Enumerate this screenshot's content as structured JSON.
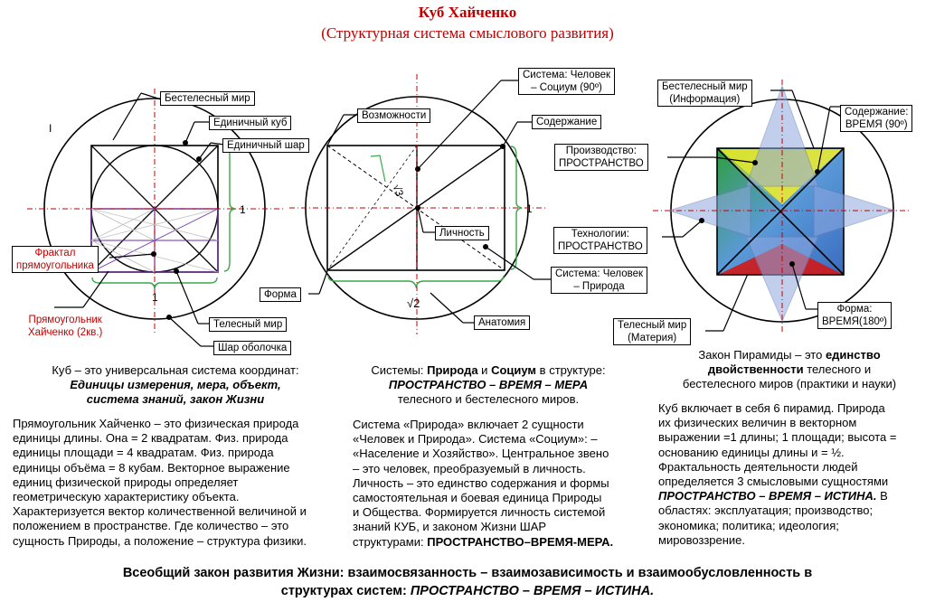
{
  "title": "Куб Хайченко",
  "subtitle": "(Структурная система смыслового развития)",
  "roman_marker": "I",
  "left_figure": {
    "labels": {
      "incorporeal_world": "Бестелесный мир",
      "unit_cube": "Единичный куб",
      "unit_sphere": "Единичный шар",
      "fractal_line1": "Фрактал",
      "fractal_line2": "прямоугольника",
      "rect_line1": "Прямоугольник",
      "rect_line2": "Хайченко (2кв.)",
      "corporeal_world": "Телесный мир",
      "sphere_shell": "Шар оболочка",
      "one_right": "1",
      "one_bottom": "1"
    }
  },
  "middle_figure": {
    "labels": {
      "system_line1": "Система: Человек",
      "system_line2": "– Социум (90º)",
      "possibilities": "Возможности",
      "content": "Содержание",
      "personality": "Личность",
      "system2_line1": "Система: Человек",
      "system2_line2": "– Природа",
      "form": "Форма",
      "anatomy": "Анатомия",
      "sqrt3": "√3",
      "sqrt2": "√2",
      "one_right": "1"
    }
  },
  "right_figure": {
    "labels": {
      "incorporeal_line1": "Бестелесный мир",
      "incorporeal_line2": "(Информация)",
      "content_line1": "Содержание:",
      "content_line2": "ВРЕМЯ (90º)",
      "production_line1": "Производство:",
      "production_line2": "ПРОСТРАНСТВО",
      "technology_line1": "Технологии:",
      "technology_line2": "ПРОСТРАНСТВО",
      "form_line1": "Форма:",
      "form_line2": "ВРЕМЯ(180º)",
      "corporeal_line1": "Телесный мир",
      "corporeal_line2": "(Материя)"
    }
  },
  "col1": {
    "head1": "Куб – это универсальная система координат:",
    "head2": "Единицы измерения, мера, объект,",
    "head3": "система знаний, закон Жизни",
    "p1": "Прямоугольник Хайченко – это физическая природа",
    "p2": "единицы длины. Она = 2 квадратам. Физ. природа",
    "p3": "единицы площади = 4 квадратам. Физ. природа",
    "p4": "единицы объёма = 8 кубам. Векторное выражение",
    "p5": "единиц физической природы определяет",
    "p6": "геометрическую характеристику объекта.",
    "p7": "Характеризуется вектор количественной величиной и",
    "p8": "положением в пространстве. Где количество – это",
    "p9": "сущность Природы, а положение – структура физики."
  },
  "col2": {
    "h1a": "Системы: ",
    "h1b": "Природа",
    "h1c": " и ",
    "h1d": "Социум",
    "h1e": " в структуре:",
    "h2": "ПРОСТРАНСТВО – ВРЕМЯ – МЕРА",
    "h3": "телесного и бестелесного миров.",
    "p1": "Система «Природа» включает 2 сущности",
    "p2": "«Человек и Природа». Система «Социум»: –",
    "p3": "«Население и Хозяйство». Центральное звено",
    "p4": "– это человек, преобразуемый в личность.",
    "p5": "Личность – это единство содержания и формы",
    "p6": "самостоятельная и боевая единица Природы",
    "p7": "и Общества. Формируется личность системой",
    "p8": "знаний КУБ, и законом Жизни ШАР",
    "p9a": "структурами: ",
    "p9b": "ПРОСТРАНСТВО–ВРЕМЯ-МЕРА."
  },
  "col3": {
    "h1a": "Закон Пирамиды – это ",
    "h1b": "единство",
    "h2a": "двойственности",
    "h2b": " телесного и",
    "h3": "бестелесного миров (практики и науки)",
    "p1": "Куб включает в себя 6 пирамид. Природа",
    "p2": "их физических величин в векторном",
    "p3": "выражении =1 длины; 1 площади; высота =",
    "p4": "основанию единицы длины и = ½.",
    "p5": "Фрактальность деятельности людей",
    "p6": "определяется 3 смысловыми сущностями",
    "p7a": "ПРОСТРАНСТВО – ВРЕМЯ – ИСТИНА.",
    "p7b": " В",
    "p8": "областях: эксплуатация; производство;",
    "p9": "экономика; политика; идеология;",
    "p10": "мировоззрение."
  },
  "footer": {
    "line1": "Всеобщий закон развития Жизни: взаимосвязанность – взаимозависимость  и взаимообусловленность  в",
    "line2a": "структурах систем: ",
    "line2b": "ПРОСТРАНСТВО – ВРЕМЯ – ИСТИНА."
  },
  "colors": {
    "title": "#c00000",
    "axis": "#c00000",
    "bracket": "#3aa84a",
    "purple": "#7030a0"
  }
}
